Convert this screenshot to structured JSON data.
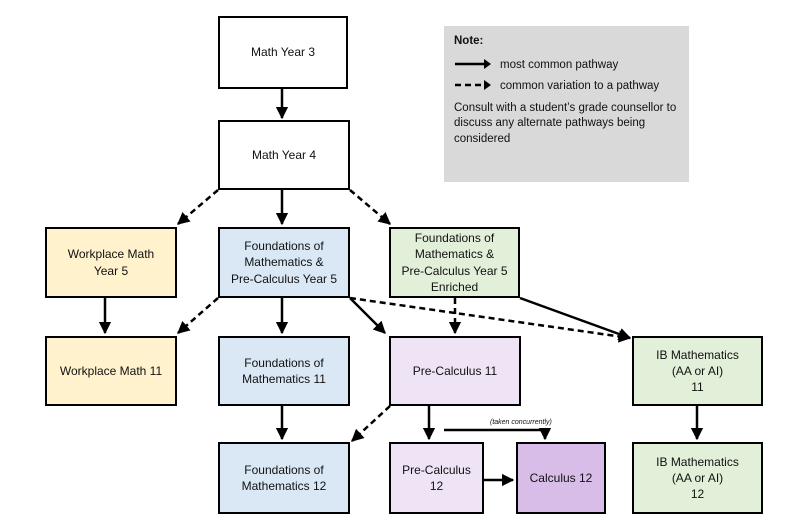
{
  "boxes": [
    {
      "id": "mathyear3",
      "label": "Math Year 3"
    },
    {
      "id": "mathyear4",
      "label": "Math Year 4"
    },
    {
      "id": "wpmathyear5",
      "label": "Workplace Math\nYear 5"
    },
    {
      "id": "fmpc5",
      "label": "Foundations of\nMathematics &\nPre-Calculus Year 5"
    },
    {
      "id": "fmpc5e",
      "label": "Foundations of\nMathematics &\nPre-Calculus Year 5\nEnriched"
    },
    {
      "id": "wpmath11",
      "label": "Workplace Math 11"
    },
    {
      "id": "fm11",
      "label": "Foundations of\nMathematics 11"
    },
    {
      "id": "pc11",
      "label": "Pre-Calculus 11"
    },
    {
      "id": "ib11",
      "label": "IB Mathematics\n(AA or AI)\n11"
    },
    {
      "id": "fm12",
      "label": "Foundations of\nMathematics 12"
    },
    {
      "id": "pc12",
      "label": "Pre-Calculus\n12"
    },
    {
      "id": "calc12",
      "label": "Calculus 12"
    },
    {
      "id": "ib12",
      "label": "IB Mathematics\n(AA or AI)\n12"
    }
  ],
  "annotation": "(taken concurrently)",
  "note": {
    "title": "Note:",
    "solid_label": "most common pathway",
    "dashed_label": "common variation to a pathway",
    "text": "Consult with a student’s grade counsellor to discuss any alternate pathways being considered"
  }
}
